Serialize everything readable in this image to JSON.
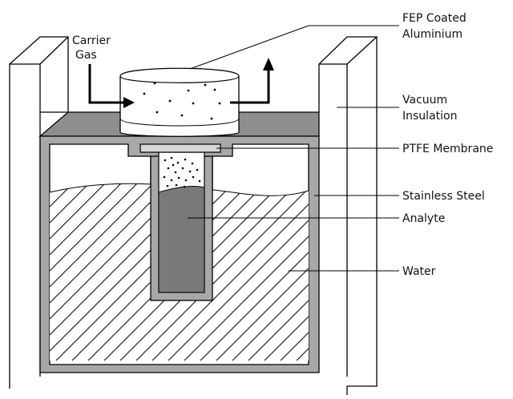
{
  "labels": {
    "carrier_gas_line1": "Carrier",
    "carrier_gas_line2": "Gas",
    "fep_line1": "FEP Coated",
    "fep_line2": "Aluminium",
    "vacuum_line1": "Vacuum",
    "vacuum_line2": "Insulation",
    "ptfe": "PTFE Membrane",
    "stainless": "Stainless Steel",
    "analyte": "Analyte",
    "water": "Water"
  },
  "colors": {
    "steel": "#a8a8a8",
    "lid": "#8e8e8e",
    "analyte": "#7a7a7a",
    "membrane": "#d6d6d6",
    "outline": "#000000",
    "background": "#ffffff"
  }
}
